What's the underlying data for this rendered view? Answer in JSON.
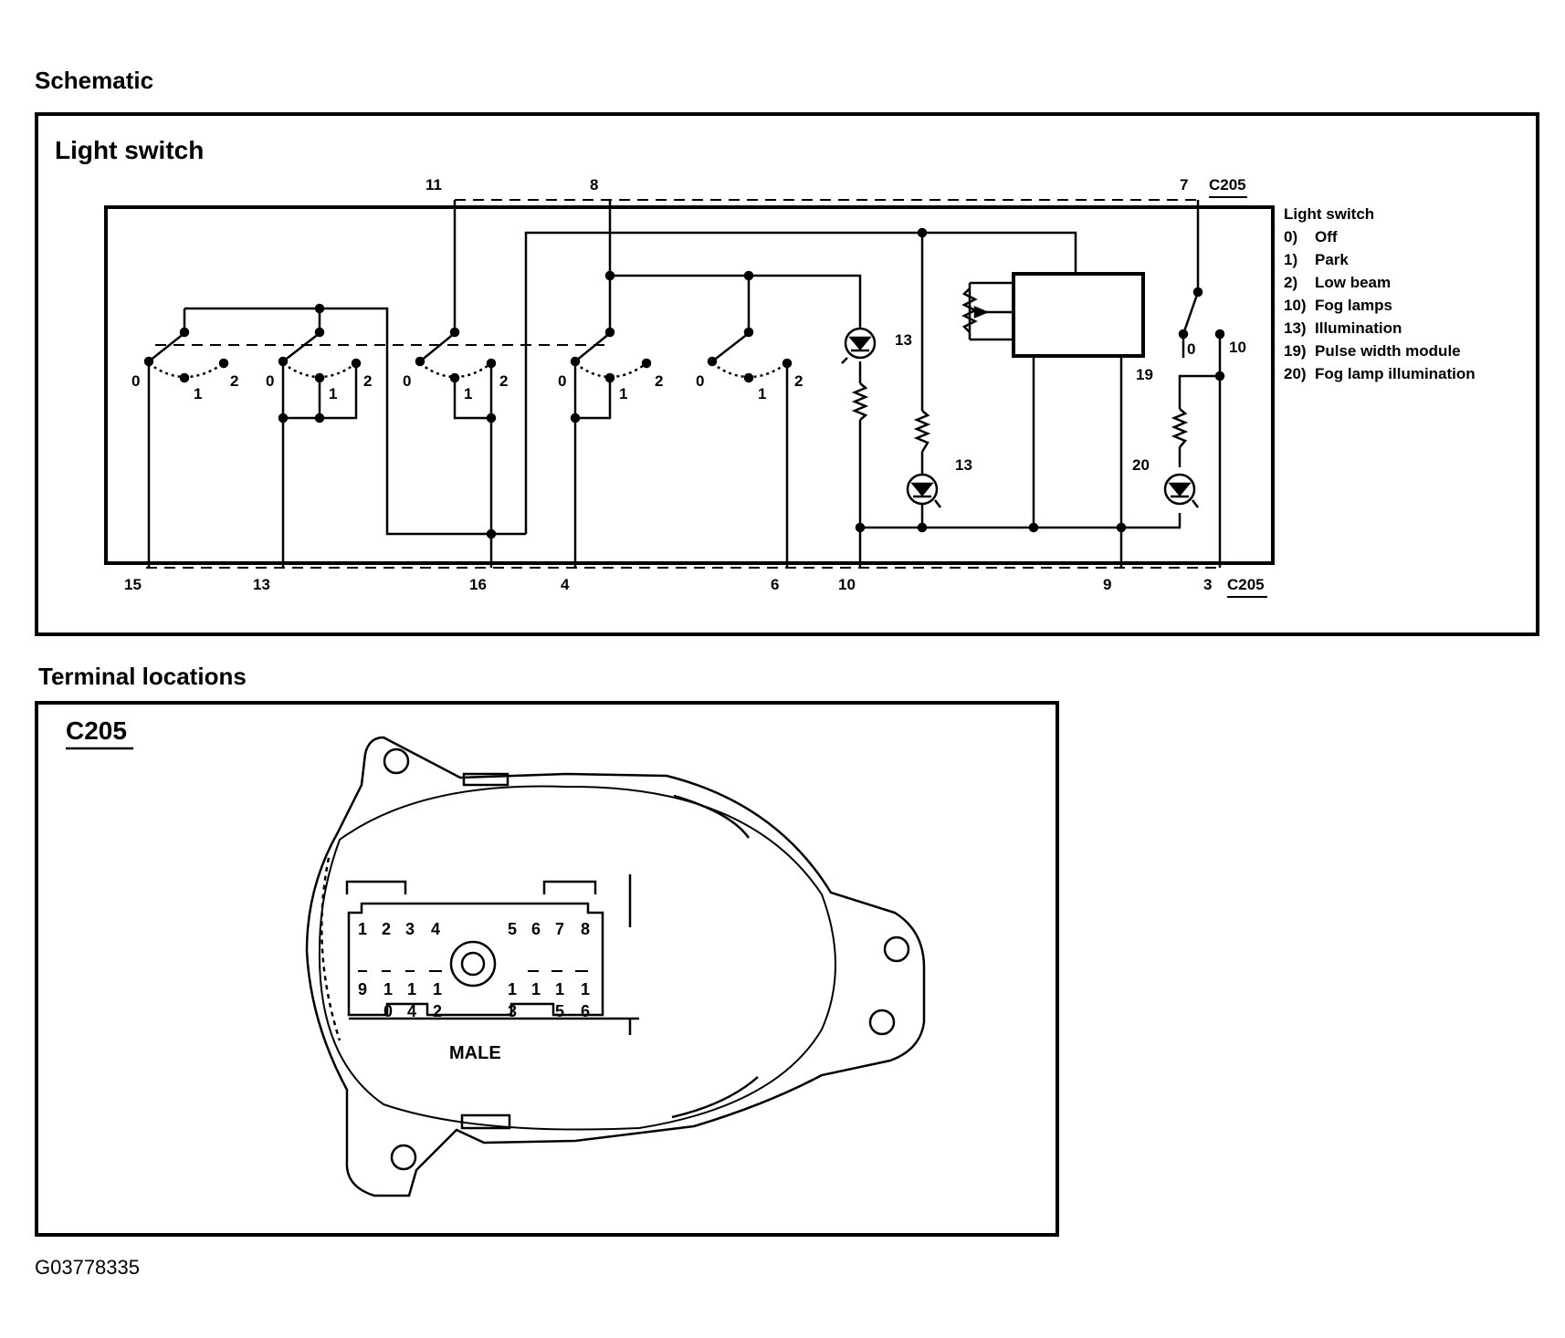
{
  "schematic": {
    "heading": "Schematic",
    "panel_title": "Light switch",
    "top_pins": [
      "11",
      "8",
      "7"
    ],
    "top_connector": "C205",
    "bottom_pins": [
      "15",
      "13",
      "16",
      "4",
      "6",
      "10",
      "9",
      "3"
    ],
    "bottom_connector": "C205",
    "switch_positions": [
      "0",
      "1",
      "2"
    ],
    "component_labels": {
      "lamp_10_top": "13",
      "lamp_13_bottom": "13",
      "module": "19",
      "fog_illum": "20",
      "fog_switch_off": "0",
      "fog_switch_term": "10"
    },
    "legend": {
      "title": "Light switch",
      "items": [
        {
          "key": "0)",
          "label": "Off"
        },
        {
          "key": "1)",
          "label": "Park"
        },
        {
          "key": "2)",
          "label": "Low beam"
        },
        {
          "key": "10)",
          "label": "Fog lamps"
        },
        {
          "key": "13)",
          "label": "Illumination"
        },
        {
          "key": "19)",
          "label": "Pulse width module"
        },
        {
          "key": "20)",
          "label": "Fog lamp illumination"
        }
      ]
    }
  },
  "terminals": {
    "heading": "Terminal locations",
    "connector": "C205",
    "top_row": [
      "1",
      "2",
      "3",
      "4",
      "5",
      "6",
      "7",
      "8"
    ],
    "bottom_row": [
      "9",
      "1",
      "1",
      "1",
      "1",
      "1",
      "1",
      "1"
    ],
    "bottom_sub": [
      "0",
      "4",
      "2",
      "3",
      "5",
      "6"
    ],
    "gender": "MALE"
  },
  "figure_id": "G03778335"
}
